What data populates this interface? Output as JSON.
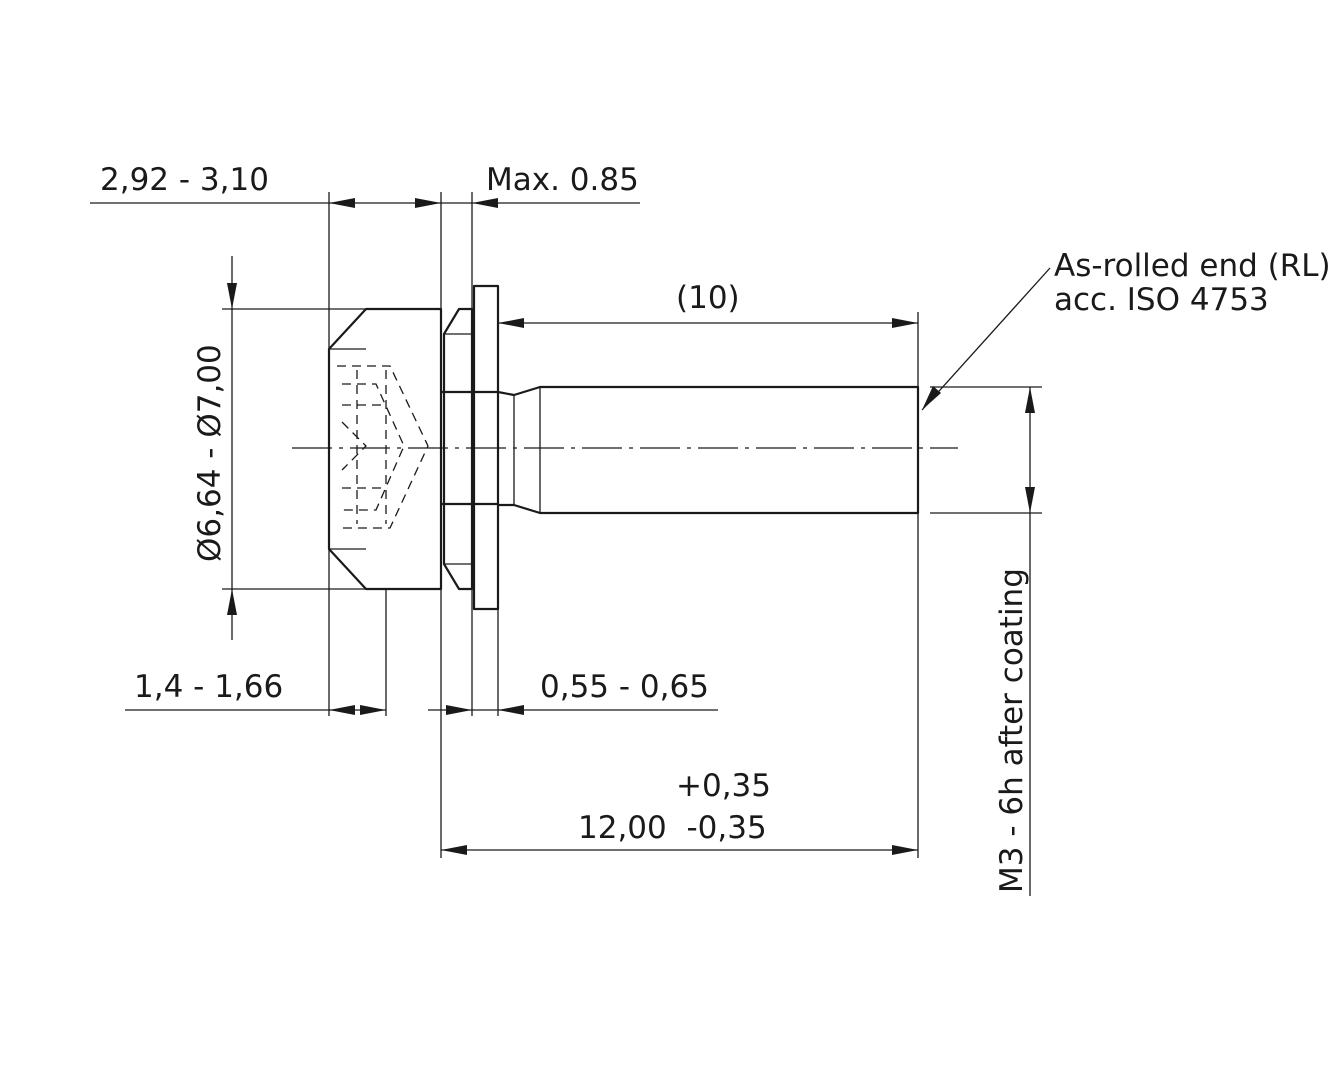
{
  "dimensions": {
    "head_height": "2,92 - 3,10",
    "washer_max": "Max. 0.85",
    "head_diameter": "Ø6,64 - Ø7,00",
    "thread_length_ref": "(10)",
    "recess_depth": "1,4 - 1,66",
    "washer_thickness": "0,55 - 0,65",
    "length_tol_plus": "+0,35",
    "length_nominal_minus": "12,00  -0,35",
    "thread_spec": "M3 - 6h after coating"
  },
  "notes": {
    "end_line1": "As-rolled end (RL)",
    "end_line2": "acc. ISO 4753"
  },
  "colors": {
    "ink": "#1a1a1a",
    "background": "#ffffff"
  }
}
